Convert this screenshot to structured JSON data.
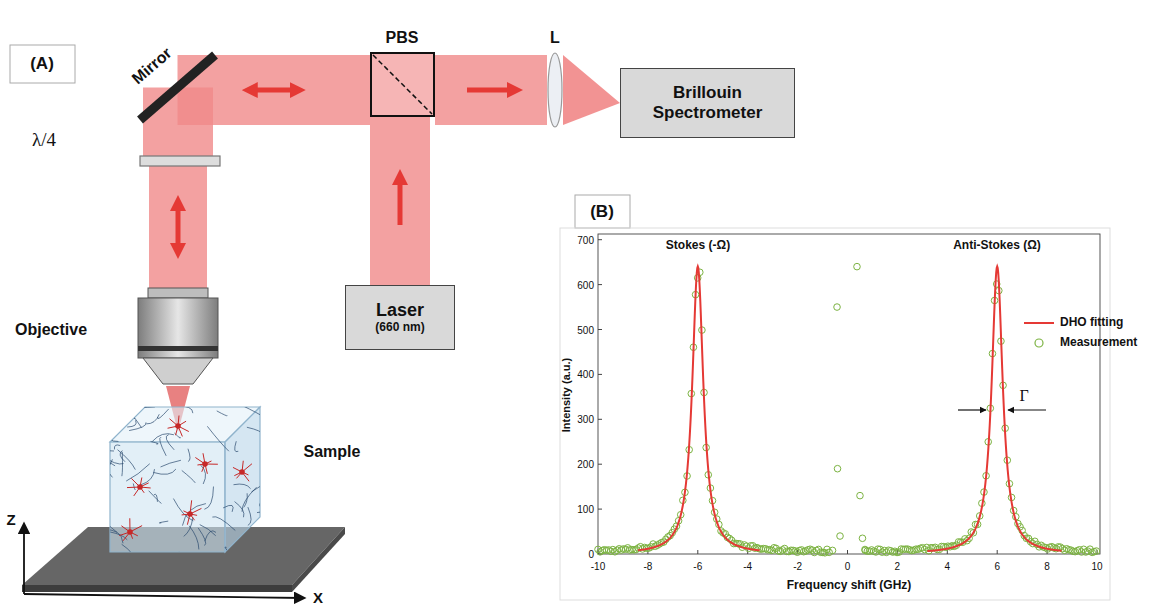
{
  "diagram": {
    "nodes": [
      {
        "text": [
          "Mirror"
        ]
      },
      {
        "text": [
          "PBS"
        ]
      },
      {
        "text": [
          "L"
        ]
      },
      {
        "text": [
          "Brillouin Spectrometer"
        ]
      },
      {
        "text": [
          "λ/4"
        ]
      },
      {
        "text": [
          "Laser",
          "(660 nm)"
        ]
      },
      {
        "text": [
          "Objective"
        ]
      },
      {
        "text": [
          "Sample"
        ]
      }
    ],
    "edges": [
      {
        "from": 5,
        "to": 1,
        "arrow": "to"
      },
      {
        "from": 1,
        "to": 0,
        "arrow": "both"
      },
      {
        "from": 1,
        "to": 2,
        "arrow": "to"
      },
      {
        "from": 2,
        "to": 3,
        "arrow": "none"
      },
      {
        "from": 0,
        "to": 4,
        "arrow": "none"
      },
      {
        "from": 4,
        "to": 6,
        "arrow": "both"
      },
      {
        "from": 6,
        "to": 7,
        "arrow": "none"
      }
    ],
    "labels": [
      "(A)",
      "(B)",
      "Z",
      "X",
      "Stokes (-Ω)",
      "Anti-Stokes (Ω)",
      "Γ",
      "0",
      "100",
      "200",
      "300",
      "400",
      "500",
      "600",
      "700",
      "-10",
      "-8",
      "-6",
      "-4",
      "-2",
      "0",
      "2",
      "4",
      "6",
      "8",
      "10",
      "Intensity (a.u.)",
      "Frequency shift (GHz)"
    ],
    "legend": [
      {
        "text": "DHO fitting"
      },
      {
        "text": "Measurement"
      }
    ]
  }
}
